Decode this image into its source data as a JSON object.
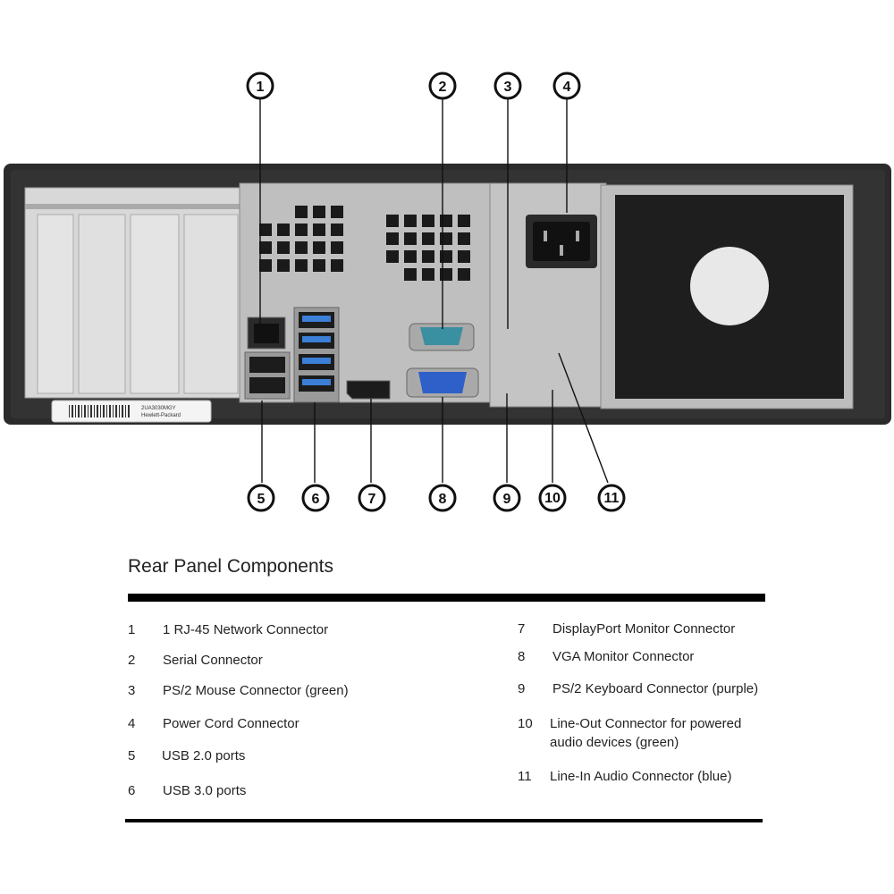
{
  "diagram": {
    "callouts": [
      "1",
      "2",
      "3",
      "4",
      "5",
      "6",
      "7",
      "8",
      "9",
      "10",
      "11"
    ],
    "serial_label": "2UA3030MGY",
    "vendor_label": "Hewlett-Packard",
    "colors": {
      "chassis": "#2b2b2b",
      "metal": "#c9c9c9",
      "usb3": "#3b7fd6",
      "vga": "#2f5fc8",
      "serial": "#3a8fa0",
      "ps2_mouse": "#3fc29a",
      "ps2_keyboard": "#a07ad0",
      "line_in": "#a8d8ea",
      "line_out": "#d9e0a8"
    }
  },
  "legend": {
    "title": "Rear Panel Components",
    "items": [
      {
        "num": "1",
        "label": "1 RJ-45 Network Connector"
      },
      {
        "num": "2",
        "label": "Serial Connector"
      },
      {
        "num": "3",
        "label": "PS/2 Mouse Connector (green)"
      },
      {
        "num": "4",
        "label": "Power Cord Connector"
      },
      {
        "num": "5",
        "label": "USB 2.0 ports"
      },
      {
        "num": "6",
        "label": "USB 3.0 ports"
      },
      {
        "num": "7",
        "label": "DisplayPort Monitor Connector"
      },
      {
        "num": "8",
        "label": "VGA Monitor Connector"
      },
      {
        "num": "9",
        "label": "PS/2 Keyboard Connector (purple)"
      },
      {
        "num": "10",
        "label": "Line-Out Connector for powered audio devices (green)"
      },
      {
        "num": "11",
        "label": "Line-In Audio Connector (blue)"
      }
    ]
  }
}
